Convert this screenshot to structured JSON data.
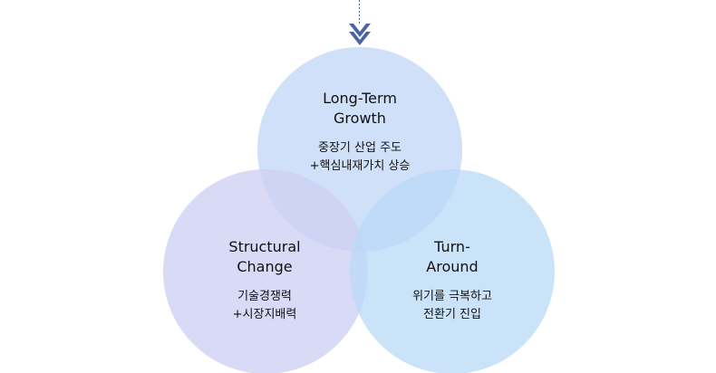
{
  "circles": [
    {
      "title": "Long-Term Growth",
      "title_lines": [
        "Long-Term",
        "Growth"
      ],
      "desc_lines": [
        "중장기 산업 주도",
        "+핵심내재가치 상승"
      ],
      "color": "#c8daf7"
    },
    {
      "title": "Structural Change",
      "title_lines": [
        "Structural",
        "Change"
      ],
      "desc_lines": [
        "기술경쟁력",
        "+시장지배력"
      ],
      "color": "#d3d5f4"
    },
    {
      "title": "Turn-Around",
      "title_lines": [
        "Turn-",
        "Around"
      ],
      "desc_lines": [
        "위기를 극복하고",
        "전환기 진입"
      ],
      "color": "#bcdaf7"
    }
  ],
  "arrow_color": "#4a62a8"
}
